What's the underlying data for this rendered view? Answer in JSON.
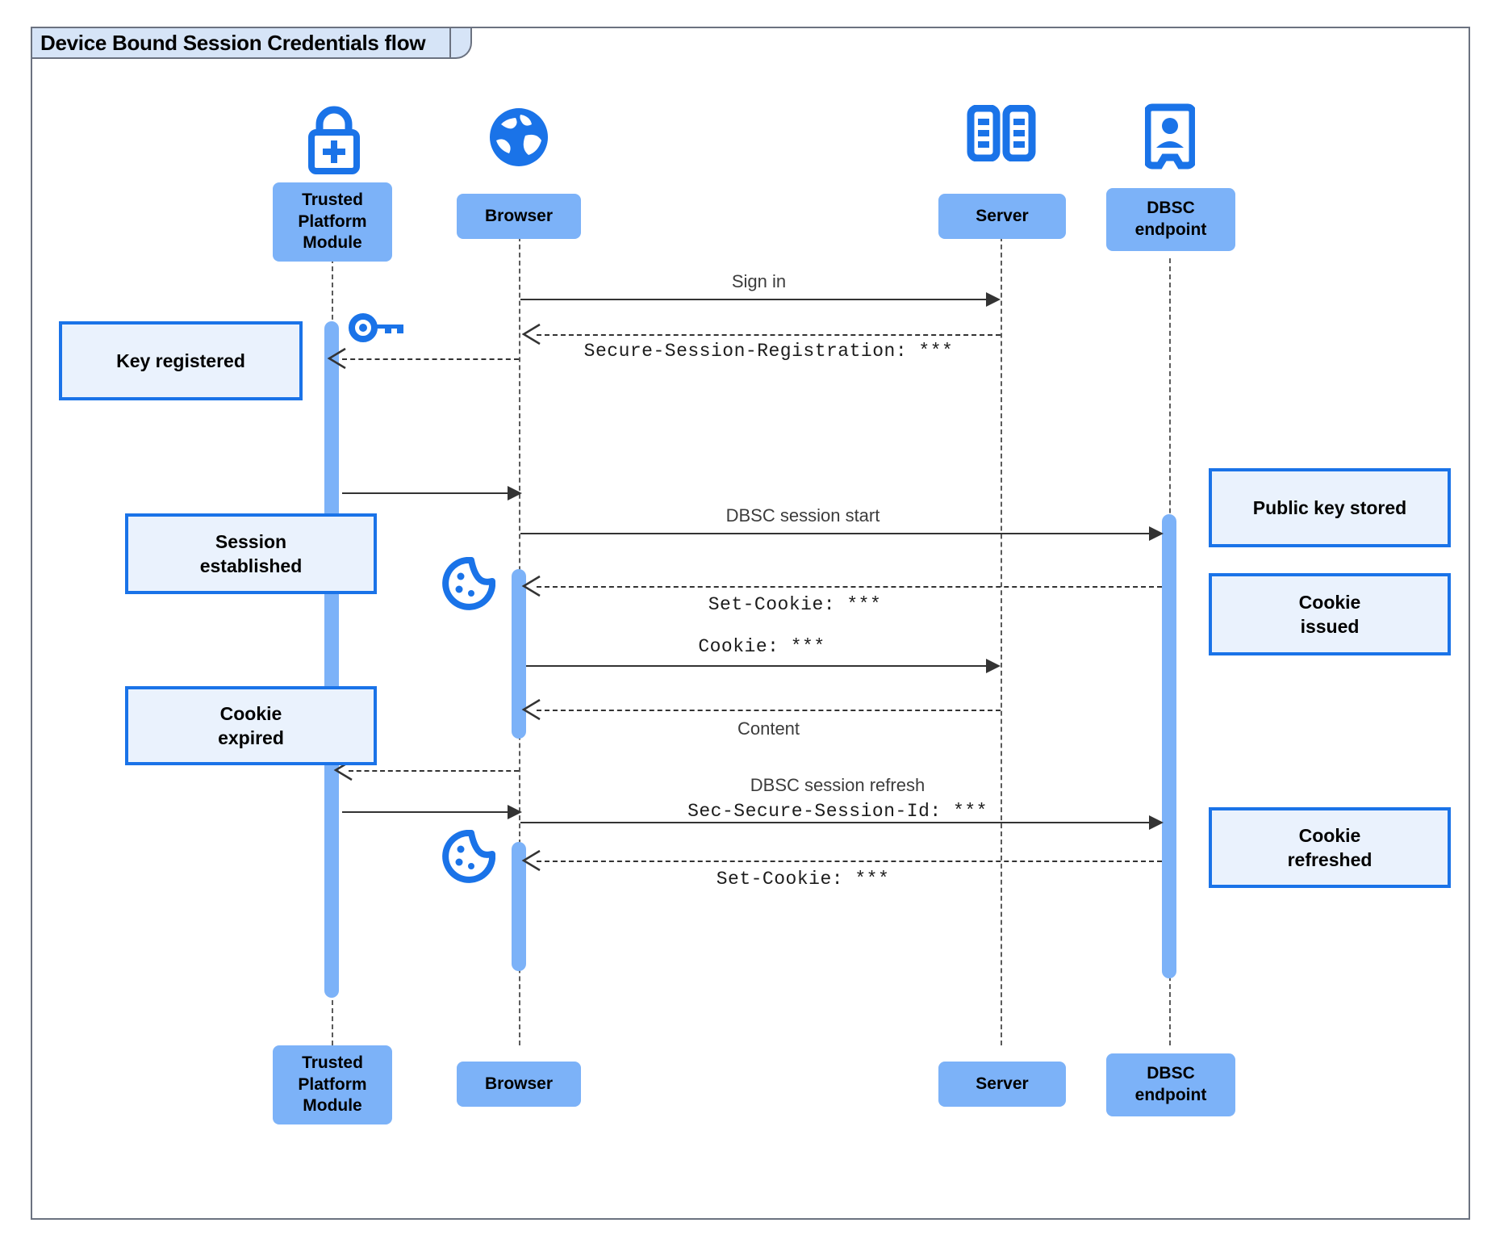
{
  "diagram": {
    "title": "Device Bound Session Credentials flow",
    "type": "uml-sequence-diagram",
    "accent_color": "#1a73e8",
    "participant_fill": "#7cb2f8",
    "note_fill": "#eaf2fd",
    "frame_border": "#6b7280"
  },
  "participants": [
    {
      "id": "tpm",
      "label": "Trusted\nPlatform\nModule",
      "label_lines": [
        "Trusted",
        "Platform",
        "Module"
      ],
      "icon": "padlock-plus-icon"
    },
    {
      "id": "browser",
      "label": "Browser",
      "label_lines": [
        "Browser"
      ],
      "icon": "globe-icon"
    },
    {
      "id": "server",
      "label": "Server",
      "label_lines": [
        "Server"
      ],
      "icon": "server-racks-icon"
    },
    {
      "id": "dbsc",
      "label": "DBSC\nendpoint",
      "label_lines": [
        "DBSC",
        "endpoint"
      ],
      "icon": "id-badge-icon"
    }
  ],
  "messages": [
    {
      "id": "m1",
      "from": "browser",
      "to": "server",
      "style": "solid",
      "label": "Sign in",
      "mono": false
    },
    {
      "id": "m2",
      "from": "server",
      "to": "browser",
      "style": "dashed",
      "label": "Secure-Session-Registration: ***",
      "mono": true
    },
    {
      "id": "m3",
      "from": "browser",
      "to": "tpm",
      "style": "dashed",
      "label": "",
      "mono": false
    },
    {
      "id": "m4",
      "from": "tpm",
      "to": "browser",
      "style": "solid",
      "label": "",
      "mono": false
    },
    {
      "id": "m5",
      "from": "browser",
      "to": "dbsc",
      "style": "solid",
      "label": "DBSC session start",
      "mono": false
    },
    {
      "id": "m6",
      "from": "dbsc",
      "to": "browser",
      "style": "dashed",
      "label": "Set-Cookie: ***",
      "mono": true
    },
    {
      "id": "m7",
      "from": "browser",
      "to": "server",
      "style": "solid",
      "label": "Cookie: ***",
      "mono": true
    },
    {
      "id": "m8",
      "from": "server",
      "to": "browser",
      "style": "dashed",
      "label": "Content",
      "mono": false
    },
    {
      "id": "m9",
      "from": "browser",
      "to": "tpm",
      "style": "dashed",
      "label": "",
      "mono": false
    },
    {
      "id": "m10",
      "from": "tpm",
      "to": "browser",
      "style": "solid",
      "label": "",
      "mono": false
    },
    {
      "id": "m11",
      "from": "browser",
      "to": "dbsc",
      "style": "solid",
      "label": "DBSC session refresh",
      "mono": false
    },
    {
      "id": "m12",
      "from": "browser",
      "to": "dbsc",
      "style": "solid",
      "label": "Sec-Secure-Session-Id: ***",
      "mono": true
    },
    {
      "id": "m13",
      "from": "dbsc",
      "to": "browser",
      "style": "dashed",
      "label": "Set-Cookie: ***",
      "mono": true
    }
  ],
  "notes": [
    {
      "id": "n1",
      "side": "left",
      "text": "Key registered",
      "lines": [
        "Key registered"
      ]
    },
    {
      "id": "n2",
      "side": "left",
      "text": "Session established",
      "lines": [
        "Session",
        "established"
      ]
    },
    {
      "id": "n3",
      "side": "left",
      "text": "Cookie expired",
      "lines": [
        "Cookie",
        "expired"
      ]
    },
    {
      "id": "n4",
      "side": "right",
      "text": "Public key stored",
      "lines": [
        "Public key stored"
      ]
    },
    {
      "id": "n5",
      "side": "right",
      "text": "Cookie issued",
      "lines": [
        "Cookie",
        "issued"
      ]
    },
    {
      "id": "n6",
      "side": "right",
      "text": "Cookie refreshed",
      "lines": [
        "Cookie",
        "refreshed"
      ]
    }
  ],
  "floating_icons": [
    {
      "id": "f1",
      "icon": "key-icon",
      "near": "tpm"
    },
    {
      "id": "f2",
      "icon": "cookie-icon",
      "near": "browser"
    },
    {
      "id": "f3",
      "icon": "cookie-icon",
      "near": "browser"
    }
  ]
}
